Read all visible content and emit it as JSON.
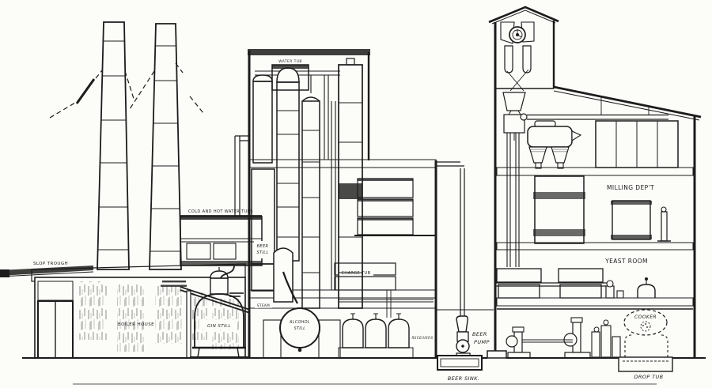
{
  "palette": {
    "background": "#fcfcf9",
    "ink": "#1c1c1c"
  },
  "figure_type": "distillery-sectional-engraving",
  "labels": {
    "slop_trough": "SLOP TROUGH",
    "boiler_house": "BOILER HOUSE",
    "cold_and_hot_water_tubs": "COLD AND HOT WATER TUBS",
    "water_tub": "WATER TUB",
    "beer_still": {
      "line1": "BEER",
      "line2": "STILL"
    },
    "steam": "STEAM",
    "gin_still": "GIN STILL",
    "alcohol_still": {
      "line1": "ALCOHOL",
      "line2": "STILL"
    },
    "charge_tub": "CHARGE TUB",
    "receivers": "RECEIVERS",
    "beer_pump": {
      "line1": "BEER",
      "line2": "PUMP"
    },
    "beer_sink": "BEER SINK.",
    "milling_dept": "MILLING DEP'T",
    "yeast_room": "YEAST ROOM",
    "cooker": "COOKER",
    "drop_tub": "DROP TUB"
  }
}
